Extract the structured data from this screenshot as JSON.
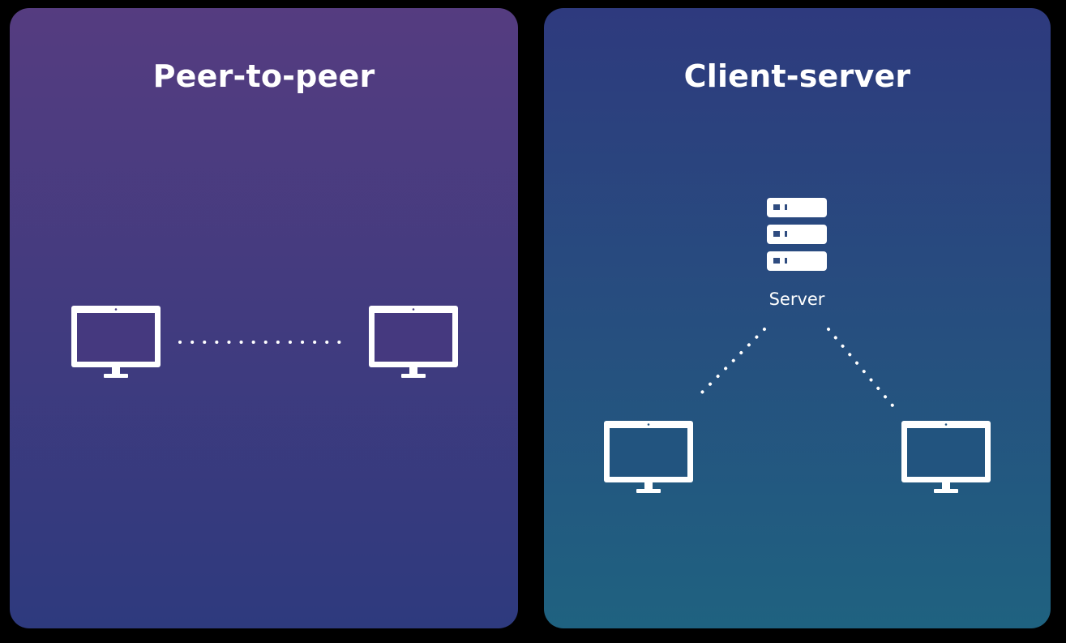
{
  "panels": {
    "peer_to_peer": {
      "title": "Peer-to-peer",
      "gradient_top": "#553c80",
      "gradient_bottom": "#2e3a7e"
    },
    "client_server": {
      "title": "Client-server",
      "gradient_top": "#2e3a7e",
      "gradient_bottom": "#1f6280"
    }
  },
  "server": {
    "label": "Server",
    "icon": "server-rack-icon"
  },
  "computer_icon": "desktop-monitor-icon",
  "colors": {
    "foreground": "#ffffff",
    "background": "#000000"
  }
}
